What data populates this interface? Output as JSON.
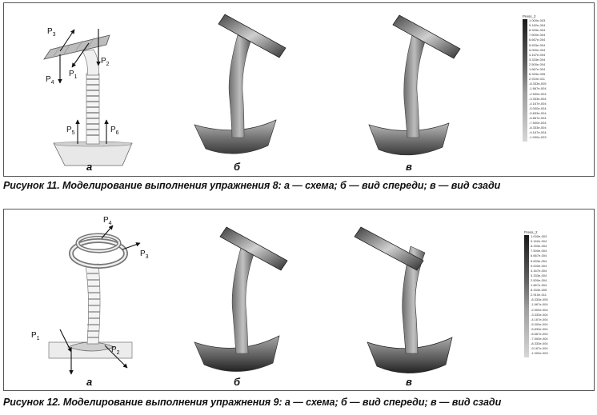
{
  "figure11": {
    "caption": "Рисунок 11. Моделирование выполнения упражнения 8: а — схема; б — вид спереди; в — вид сзади",
    "sublabels": {
      "a": "а",
      "b": "б",
      "c": "в"
    },
    "forces": {
      "p3": {
        "letter": "P",
        "sub": "3"
      },
      "p2": {
        "letter": "P",
        "sub": "2"
      },
      "p1": {
        "letter": "P",
        "sub": "1"
      },
      "p4": {
        "letter": "P",
        "sub": "4"
      },
      "p5": {
        "letter": "P",
        "sub": "5"
      },
      "p6": {
        "letter": "P",
        "sub": "6"
      }
    }
  },
  "figure12": {
    "caption": "Рисунок 12. Моделирование выполнения упражнения 9: а — схема; б — вид спереди; в — вид сзади",
    "sublabels": {
      "a": "а",
      "b": "б",
      "c": "в"
    },
    "forces": {
      "p4": {
        "letter": "P",
        "sub": "4"
      },
      "p3": {
        "letter": "P",
        "sub": "3"
      },
      "p1": {
        "letter": "P",
        "sub": "1"
      },
      "p2": {
        "letter": "P",
        "sub": "2"
      }
    }
  },
  "legend": {
    "title": "Press_2",
    "values": [
      "1.000e-003",
      "9.162e-004",
      "8.333e-004",
      "7.500e-004",
      "6.667e-004",
      "5.833e-004",
      "5.000e-004",
      "4.167e-004",
      "3.333e-004",
      "2.500e-004",
      "1.667e-004",
      "8.333e-005",
      "2.910e-011",
      "-8.333e-005",
      "-1.667e-004",
      "-2.500e-004",
      "-3.333e-004",
      "-4.167e-004",
      "-5.000e-004",
      "-5.833e-004",
      "-6.667e-004",
      "-7.500e-004",
      "-8.333e-004",
      "-9.167e-004",
      "-1.000e-003"
    ]
  },
  "colors": {
    "frame": "#555555",
    "model_dark": "#3a3a3a",
    "model_mid": "#8a8a8a",
    "model_light": "#d4d4d4"
  }
}
